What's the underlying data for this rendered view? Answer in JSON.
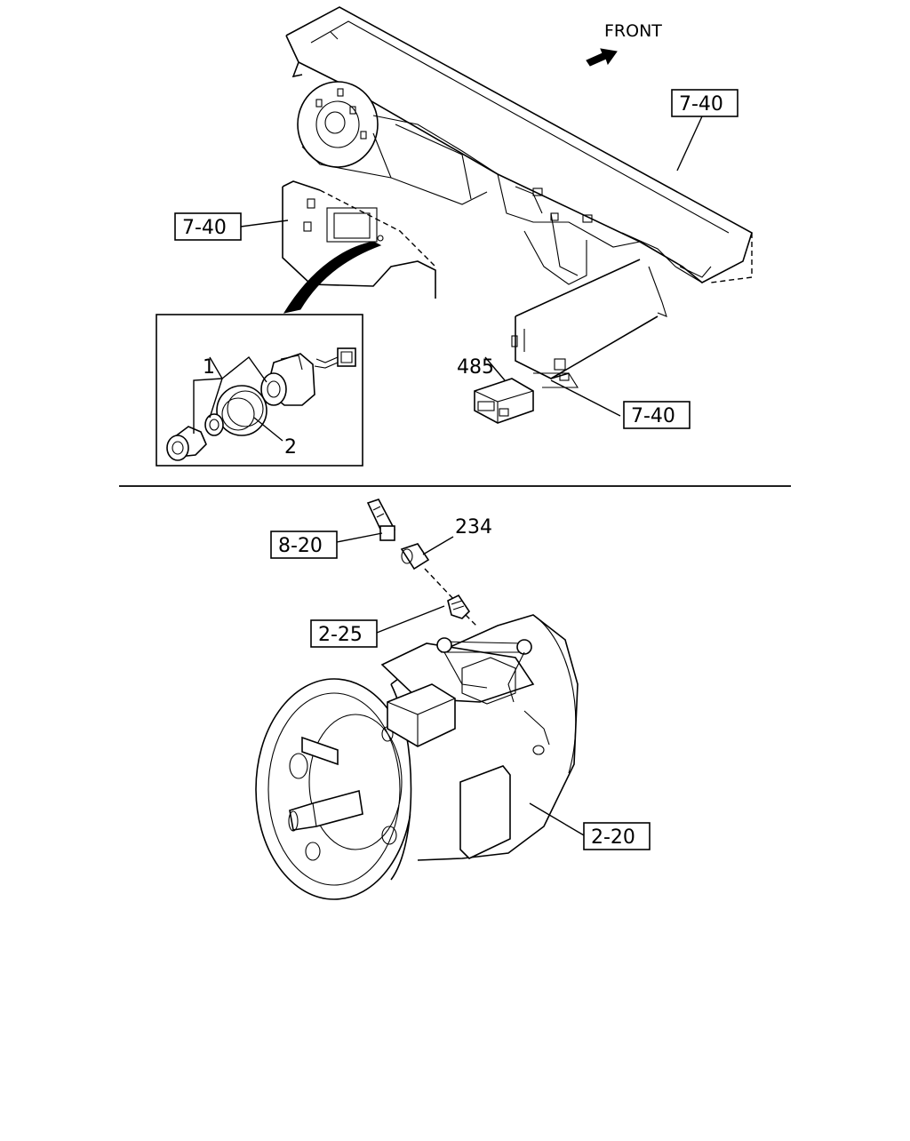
{
  "direction_label": "FRONT",
  "upper_view": {
    "callouts": [
      {
        "id": "dash-panel-ref",
        "text": "7-40"
      },
      {
        "id": "meter-panel-ref",
        "text": "7-40"
      },
      {
        "id": "bracket-ref",
        "text": "7-40"
      },
      {
        "id": "module-part",
        "text": "485"
      },
      {
        "id": "detail-part-1",
        "text": "1"
      },
      {
        "id": "detail-part-2",
        "text": "2"
      }
    ]
  },
  "lower_view": {
    "callouts": [
      {
        "id": "harness-ref",
        "text": "8-20"
      },
      {
        "id": "sensor-part",
        "text": "234"
      },
      {
        "id": "adapter-ref",
        "text": "2-25"
      },
      {
        "id": "transmission-ref",
        "text": "2-20"
      }
    ]
  },
  "colors": {
    "line": "#000000",
    "background": "#ffffff"
  }
}
